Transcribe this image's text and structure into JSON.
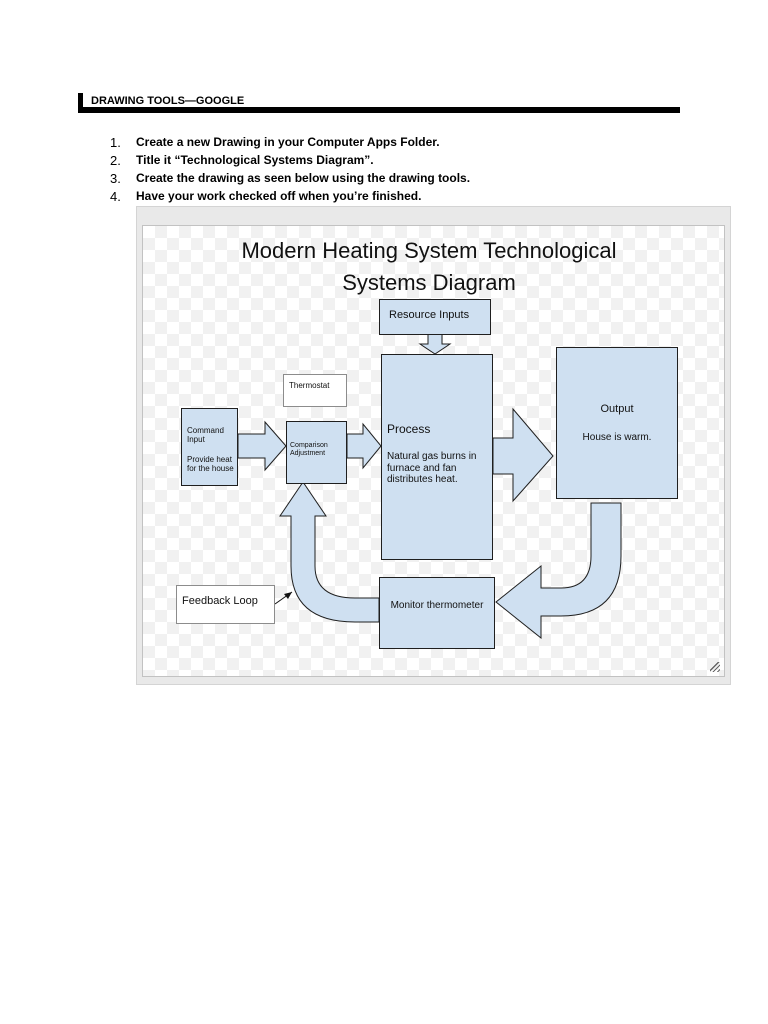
{
  "header": {
    "title": "DRAWING TOOLS—GOOGLE"
  },
  "steps": [
    {
      "num": "1.",
      "text": "Create a new Drawing in your Computer Apps Folder."
    },
    {
      "num": "2.",
      "text": "Title it “Technological Systems Diagram”."
    },
    {
      "num": "3.",
      "text": "Create the drawing as seen below using the drawing tools."
    },
    {
      "num": "4.",
      "text": "Have your work checked off when you’re finished."
    }
  ],
  "diagram": {
    "title_line1": "Modern Heating System Technological",
    "title_line2": "Systems Diagram",
    "resource_inputs": "Resource Inputs",
    "thermostat": "Thermostat",
    "command_input": "Command Input",
    "command_detail": "Provide heat for the house",
    "comparison": "Comparison Adjustment",
    "process_title": "Process",
    "process_detail": "Natural gas burns in furnace and fan distributes heat.",
    "output_title": "Output",
    "output_detail": "House is warm.",
    "monitor": "Monitor thermometer",
    "feedback_loop": "Feedback Loop",
    "colors": {
      "shape_fill": "#cfe0f1",
      "outline": "#1f1f1f"
    }
  }
}
